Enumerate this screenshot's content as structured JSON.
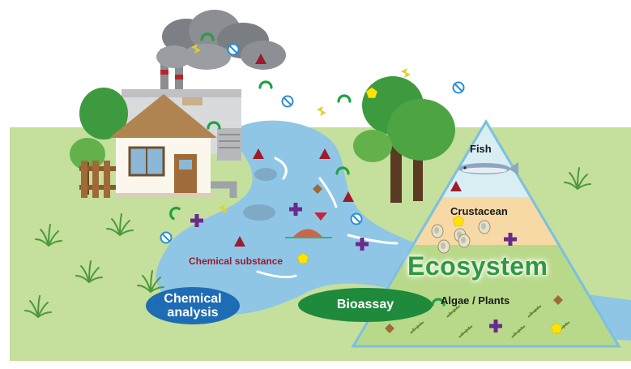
{
  "labels": {
    "fish": "Fish",
    "crustacean": "Crustacean",
    "ecosystem": "Ecosystem",
    "algae_plants": "Algae / Plants",
    "chemical_substance": "Chemical substance",
    "chemical_analysis": "Chemical analysis",
    "bioassay": "Bioassay"
  },
  "colors": {
    "grass": "#c5df9c",
    "river": "#8fc6e6",
    "chemical_analysis_pill": "#1e6cb3",
    "bioassay_pill": "#1f8a3c",
    "ecosystem_text": "#2f9a3c",
    "chemical_substance_text": "#9b1b2e",
    "pyramid_top": "#d8eef3",
    "pyramid_mid": "#f6d9a4",
    "pyramid_base": "#b9d98a"
  },
  "icons": [
    "factory-icon",
    "smoke-cloud-icon",
    "house-icon",
    "tree-icon",
    "fish-icon",
    "crustacean-icon",
    "algae-icon",
    "triangle-pollutant-icon",
    "plus-pollutant-icon",
    "pentagon-pollutant-icon",
    "no-sign-pollutant-icon",
    "arc-pollutant-icon",
    "diamond-pollutant-icon",
    "lightning-icon",
    "grass-tuft-icon"
  ]
}
